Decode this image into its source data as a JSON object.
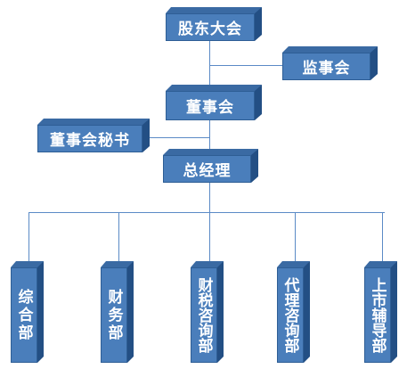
{
  "top": {
    "shareholders_meeting": "股东大会",
    "supervisory_board": "监事会"
  },
  "middle": {
    "board": "董事会",
    "board_secretary": "董事会秘书",
    "general_manager": "总经理"
  },
  "departments": [
    "综合部",
    "财务部",
    "财税咨询部",
    "代理咨询部",
    "上市辅导部"
  ],
  "colors": {
    "box": "#4a7ebb",
    "box_border": "#2e5e95",
    "box_side": "#234f84",
    "line": "#5b8ac6"
  }
}
